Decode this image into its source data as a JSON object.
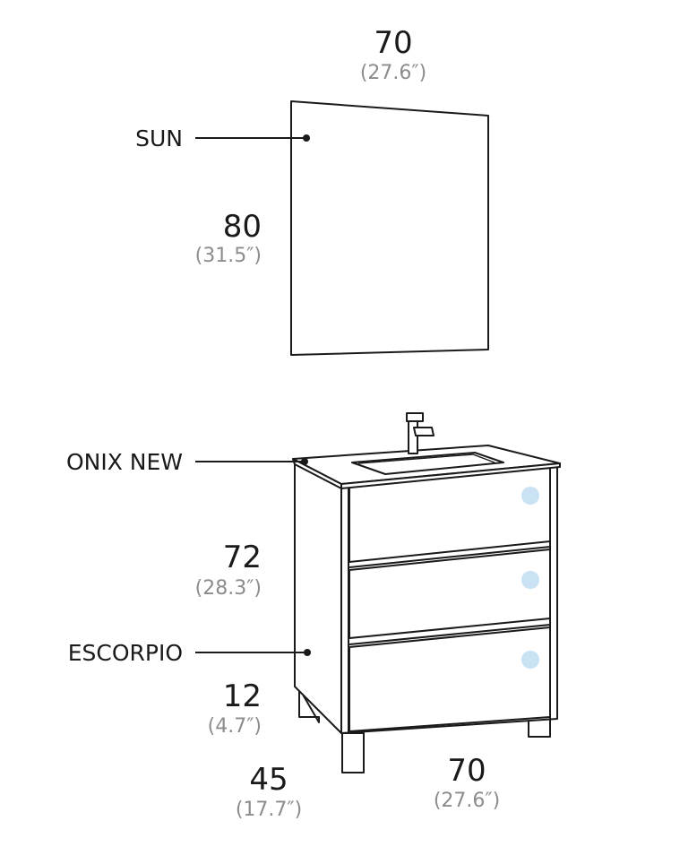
{
  "labels": {
    "mirror": "SUN",
    "basin": "ONIX NEW",
    "cabinet": "ESCORPIO"
  },
  "dimensions": {
    "mirror_width": {
      "cm": "70",
      "inches": "(27.6″)"
    },
    "mirror_height": {
      "cm": "80",
      "inches": "(31.5″)"
    },
    "cabinet_height": {
      "cm": "72",
      "inches": "(28.3″)"
    },
    "leg_height": {
      "cm": "12",
      "inches": "(4.7″)"
    },
    "depth": {
      "cm": "45",
      "inches": "(17.7″)"
    },
    "cabinet_width": {
      "cm": "70",
      "inches": "(27.6″)"
    }
  },
  "colors": {
    "line": "#1a1a1a",
    "secondary_text": "#8c8c8c",
    "handle_dot": "#c9e3f5"
  }
}
